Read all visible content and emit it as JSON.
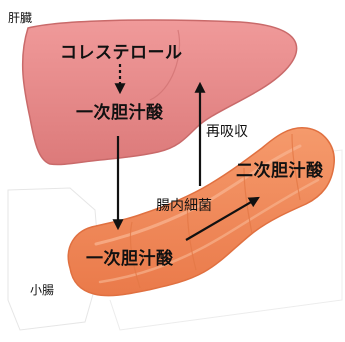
{
  "labels": {
    "liver": "肝臓",
    "small_intestine": "小腸",
    "cholesterol": "コレステロール",
    "primary_bile_acid_liver": "一次胆汁酸",
    "primary_bile_acid_intestine": "一次胆汁酸",
    "secondary_bile_acid": "二次胆汁酸",
    "reabsorption": "再吸収",
    "gut_bacteria": "腸内細菌"
  },
  "colors": {
    "liver_fill": "#e88a8a",
    "liver_stroke": "#c96a6a",
    "intestine_fill": "#f0875a",
    "intestine_highlight": "#f7b08c",
    "intestine_stroke": "#e07040",
    "arrow": "#111111"
  }
}
